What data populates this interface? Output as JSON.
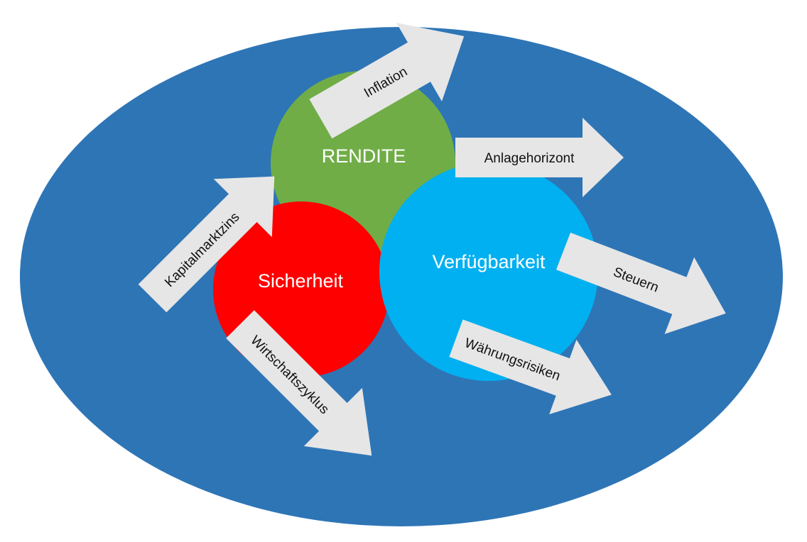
{
  "colors": {
    "outer_ellipse": "#2e75b6",
    "rendite": "#70ad47",
    "sicherheit": "#ff0000",
    "verfuegbarkeit": "#00b0f0",
    "arrow_fill": "#e6e6e6",
    "circle_text": "#ffffff",
    "arrow_text": "#111111"
  },
  "circles": {
    "rendite": "RENDITE",
    "sicherheit": "Sicherheit",
    "verfuegbarkeit": "Verfügbarkeit"
  },
  "arrows": {
    "inflation": "Inflation",
    "anlagehorizont": "Anlagehorizont",
    "kapitalmarktzins": "Kapitalmarktzins",
    "steuern": "Steuern",
    "waehrungsrisiken": "Währungsrisiken",
    "wirtschaftszyklus": "Wirtschaftszyklus"
  }
}
